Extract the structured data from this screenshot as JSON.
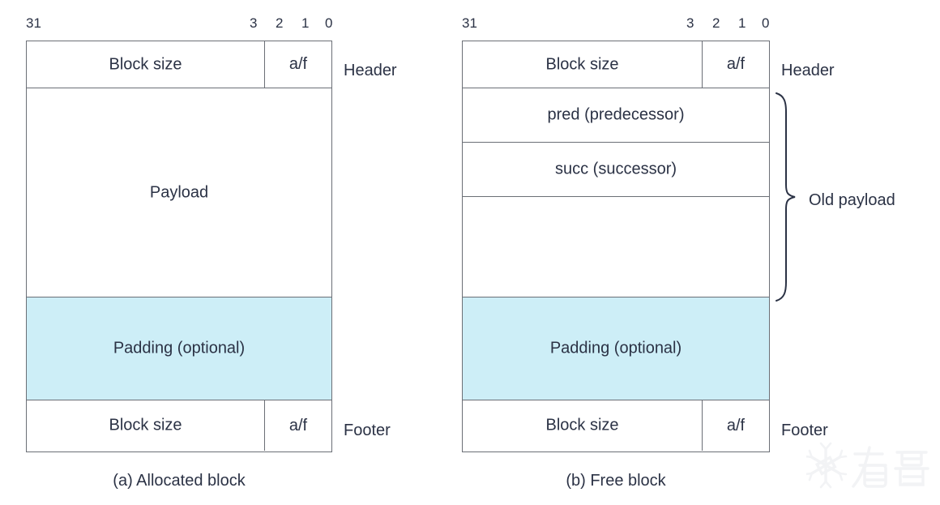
{
  "figure": {
    "colors": {
      "padding_fill": "#cdeef7",
      "border": "#6b6f76",
      "text": "#2b3245",
      "background": "#ffffff"
    }
  },
  "bit_ruler": {
    "left": [
      "31",
      "3",
      "2",
      "1",
      "0"
    ],
    "right": [
      "31",
      "3",
      "2",
      "1",
      "0"
    ]
  },
  "allocated_block": {
    "caption": "(a) Allocated block",
    "header": {
      "size_label": "Block size",
      "flag_label": "a/f",
      "annotation": "Header"
    },
    "payload": {
      "label": "Payload"
    },
    "padding": {
      "label": "Padding (optional)"
    },
    "footer": {
      "size_label": "Block size",
      "flag_label": "a/f",
      "annotation": "Footer"
    }
  },
  "free_block": {
    "caption": "(b) Free block",
    "header": {
      "size_label": "Block size",
      "flag_label": "a/f",
      "annotation": "Header"
    },
    "pred": {
      "label": "pred (predecessor)"
    },
    "succ": {
      "label": "succ (successor)"
    },
    "empty": {
      "label": ""
    },
    "old_payload": {
      "annotation": "Old payload"
    },
    "padding": {
      "label": "Padding (optional)"
    },
    "footer": {
      "size_label": "Block size",
      "flag_label": "a/f",
      "annotation": "Footer"
    }
  },
  "watermark": {
    "text": "看雪"
  }
}
